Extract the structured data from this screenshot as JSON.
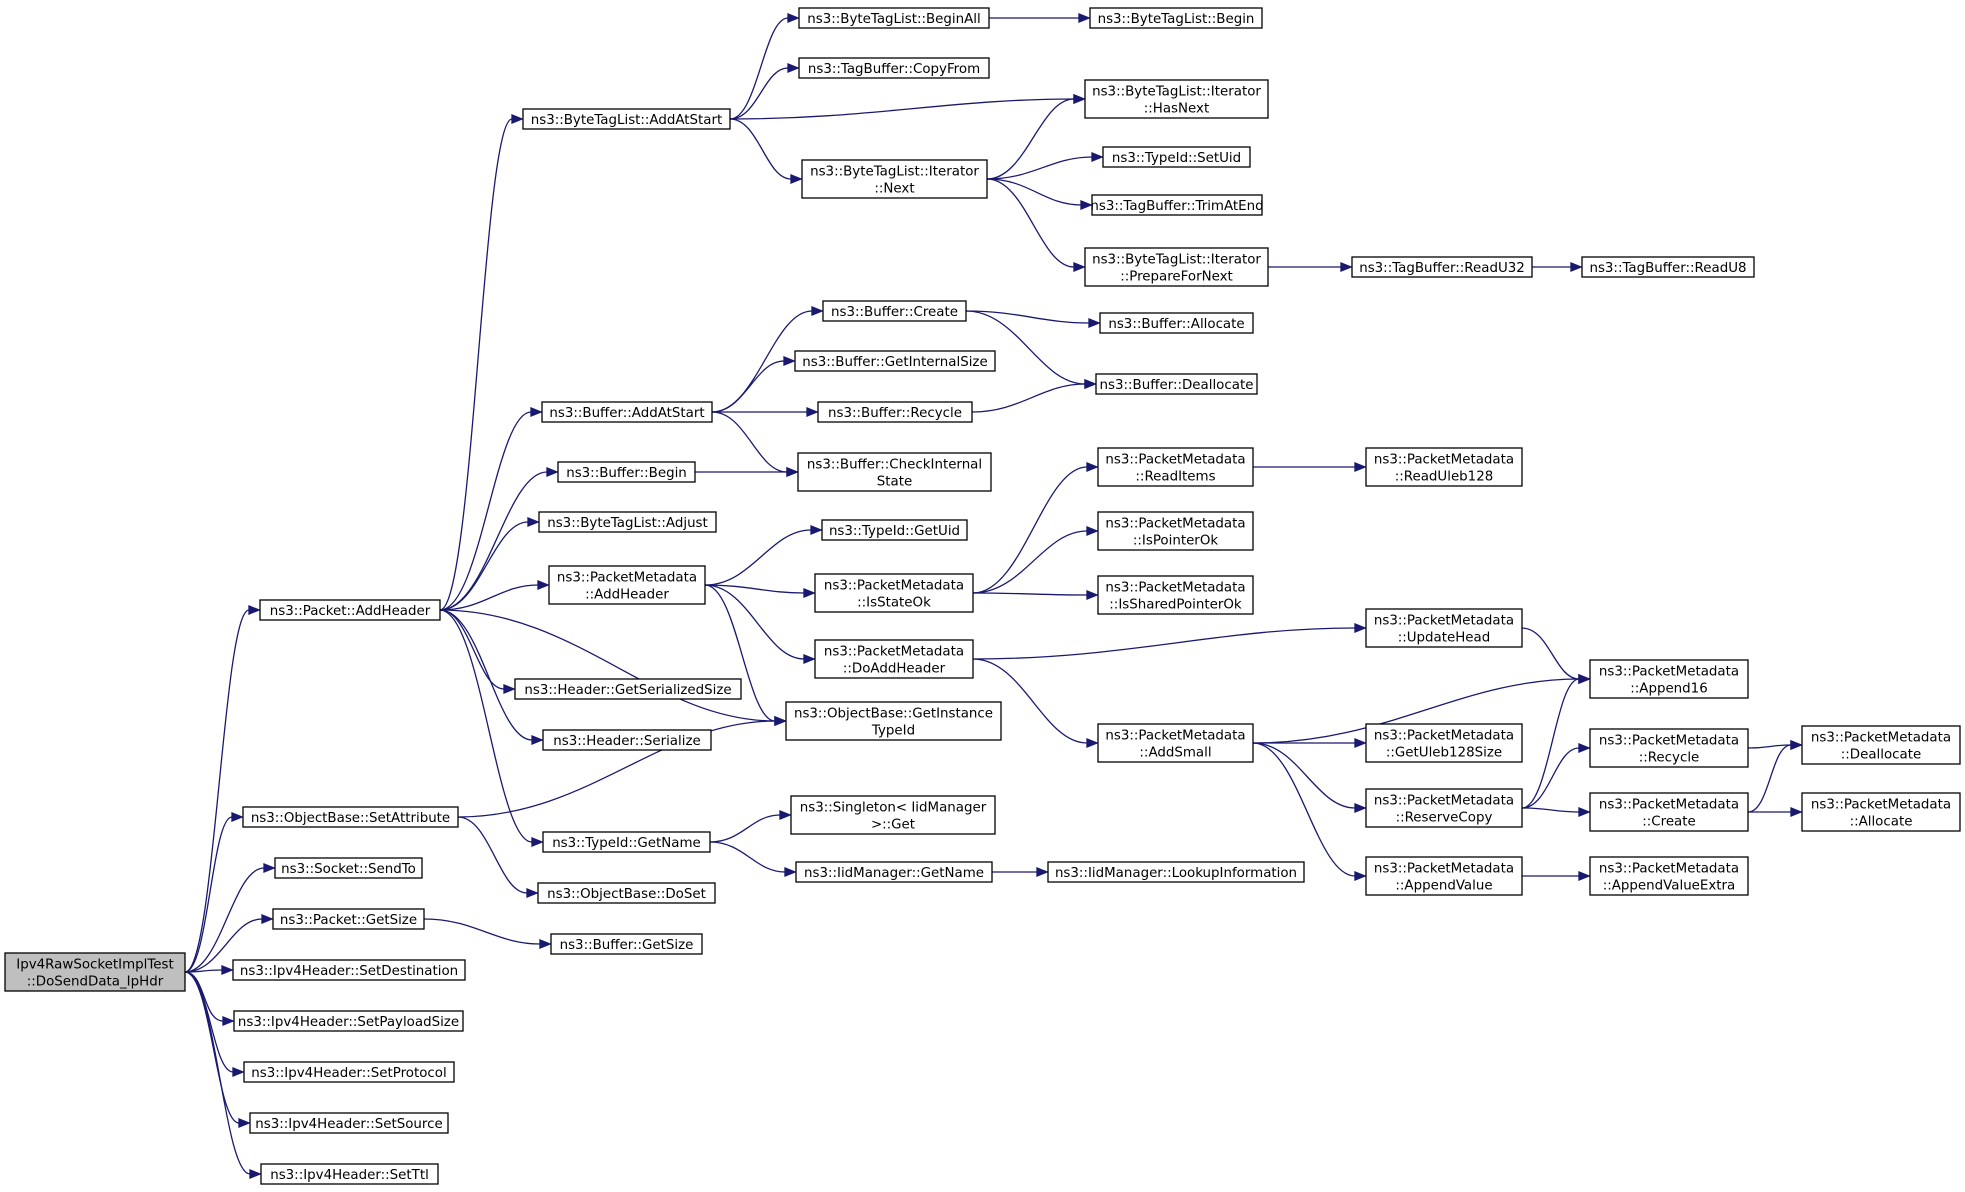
{
  "title": "",
  "colors": {
    "edge": "#191970",
    "node_border": "#000000",
    "root_fill": "#bfbfbf",
    "node_fill": "#ffffff"
  },
  "nodes": [
    {
      "id": "root",
      "label": "Ipv4RawSocketImplTest\n::DoSendData_IpHdr",
      "root": true
    },
    {
      "id": "pkt_addhdr",
      "label": "ns3::Packet::AddHeader"
    },
    {
      "id": "ob_setattr",
      "label": "ns3::ObjectBase::SetAttribute"
    },
    {
      "id": "sock_sendto",
      "label": "ns3::Socket::SendTo"
    },
    {
      "id": "pkt_getsize",
      "label": "ns3::Packet::GetSize"
    },
    {
      "id": "ip_setdst",
      "label": "ns3::Ipv4Header::SetDestination"
    },
    {
      "id": "ip_setpay",
      "label": "ns3::Ipv4Header::SetPayloadSize"
    },
    {
      "id": "ip_setproto",
      "label": "ns3::Ipv4Header::SetProtocol"
    },
    {
      "id": "ip_setsrc",
      "label": "ns3::Ipv4Header::SetSource"
    },
    {
      "id": "ip_setttl",
      "label": "ns3::Ipv4Header::SetTtl"
    },
    {
      "id": "btl_addatstart",
      "label": "ns3::ByteTagList::AddAtStart"
    },
    {
      "id": "buf_addatstart",
      "label": "ns3::Buffer::AddAtStart"
    },
    {
      "id": "buf_begin",
      "label": "ns3::Buffer::Begin"
    },
    {
      "id": "btl_adjust",
      "label": "ns3::ByteTagList::Adjust"
    },
    {
      "id": "pm_addheader",
      "label": "ns3::PacketMetadata\n::AddHeader"
    },
    {
      "id": "hdr_getser",
      "label": "ns3::Header::GetSerializedSize"
    },
    {
      "id": "hdr_ser",
      "label": "ns3::Header::Serialize"
    },
    {
      "id": "tid_getname",
      "label": "ns3::TypeId::GetName"
    },
    {
      "id": "ob_doset",
      "label": "ns3::ObjectBase::DoSet"
    },
    {
      "id": "buf_getsize",
      "label": "ns3::Buffer::GetSize"
    },
    {
      "id": "btl_beginall",
      "label": "ns3::ByteTagList::BeginAll"
    },
    {
      "id": "tb_copyfrom",
      "label": "ns3::TagBuffer::CopyFrom"
    },
    {
      "id": "btli_next",
      "label": "ns3::ByteTagList::Iterator\n::Next"
    },
    {
      "id": "buf_create",
      "label": "ns3::Buffer::Create"
    },
    {
      "id": "buf_getint",
      "label": "ns3::Buffer::GetInternalSize"
    },
    {
      "id": "buf_recycle",
      "label": "ns3::Buffer::Recycle"
    },
    {
      "id": "buf_checkint",
      "label": "ns3::Buffer::CheckInternal\nState"
    },
    {
      "id": "tid_getuid",
      "label": "ns3::TypeId::GetUid"
    },
    {
      "id": "pm_isstateok",
      "label": "ns3::PacketMetadata\n::IsStateOk"
    },
    {
      "id": "pm_doaddhdr",
      "label": "ns3::PacketMetadata\n::DoAddHeader"
    },
    {
      "id": "ob_getinst",
      "label": "ns3::ObjectBase::GetInstance\nTypeId"
    },
    {
      "id": "singleton_get",
      "label": "ns3::Singleton< IidManager\n>::Get"
    },
    {
      "id": "iid_getname",
      "label": "ns3::IidManager::GetName"
    },
    {
      "id": "btl_begin",
      "label": "ns3::ByteTagList::Begin"
    },
    {
      "id": "btli_hasnext",
      "label": "ns3::ByteTagList::Iterator\n::HasNext"
    },
    {
      "id": "tid_setuid",
      "label": "ns3::TypeId::SetUid"
    },
    {
      "id": "tb_trim",
      "label": "ns3::TagBuffer::TrimAtEnd"
    },
    {
      "id": "btli_prep",
      "label": "ns3::ByteTagList::Iterator\n::PrepareForNext"
    },
    {
      "id": "buf_alloc",
      "label": "ns3::Buffer::Allocate"
    },
    {
      "id": "buf_dealloc",
      "label": "ns3::Buffer::Deallocate"
    },
    {
      "id": "pm_readitems",
      "label": "ns3::PacketMetadata\n::ReadItems"
    },
    {
      "id": "pm_isptrok",
      "label": "ns3::PacketMetadata\n::IsPointerOk"
    },
    {
      "id": "pm_isshptrok",
      "label": "ns3::PacketMetadata\n::IsSharedPointerOk"
    },
    {
      "id": "pm_addsmall",
      "label": "ns3::PacketMetadata\n::AddSmall"
    },
    {
      "id": "iid_lookup",
      "label": "ns3::IidManager::LookupInformation"
    },
    {
      "id": "tb_readu32",
      "label": "ns3::TagBuffer::ReadU32"
    },
    {
      "id": "pm_readuleb",
      "label": "ns3::PacketMetadata\n::ReadUleb128"
    },
    {
      "id": "pm_updatehead",
      "label": "ns3::PacketMetadata\n::UpdateHead"
    },
    {
      "id": "pm_getuleb",
      "label": "ns3::PacketMetadata\n::GetUleb128Size"
    },
    {
      "id": "pm_reservecopy",
      "label": "ns3::PacketMetadata\n::ReserveCopy"
    },
    {
      "id": "pm_appendvalue",
      "label": "ns3::PacketMetadata\n::AppendValue"
    },
    {
      "id": "tb_readu8",
      "label": "ns3::TagBuffer::ReadU8"
    },
    {
      "id": "pm_append16",
      "label": "ns3::PacketMetadata\n::Append16"
    },
    {
      "id": "pm_recycle",
      "label": "ns3::PacketMetadata\n::Recycle"
    },
    {
      "id": "pm_create",
      "label": "ns3::PacketMetadata\n::Create"
    },
    {
      "id": "pm_appendvalex",
      "label": "ns3::PacketMetadata\n::AppendValueExtra"
    },
    {
      "id": "pm_dealloc",
      "label": "ns3::PacketMetadata\n::Deallocate"
    },
    {
      "id": "pm_alloc",
      "label": "ns3::PacketMetadata\n::Allocate"
    }
  ],
  "edges": [
    [
      "root",
      "pkt_addhdr"
    ],
    [
      "root",
      "ob_setattr"
    ],
    [
      "root",
      "sock_sendto"
    ],
    [
      "root",
      "pkt_getsize"
    ],
    [
      "root",
      "ip_setdst"
    ],
    [
      "root",
      "ip_setpay"
    ],
    [
      "root",
      "ip_setproto"
    ],
    [
      "root",
      "ip_setsrc"
    ],
    [
      "root",
      "ip_setttl"
    ],
    [
      "pkt_addhdr",
      "btl_addatstart"
    ],
    [
      "pkt_addhdr",
      "buf_addatstart"
    ],
    [
      "pkt_addhdr",
      "buf_begin"
    ],
    [
      "pkt_addhdr",
      "btl_adjust"
    ],
    [
      "pkt_addhdr",
      "pm_addheader"
    ],
    [
      "pkt_addhdr",
      "ob_getinst"
    ],
    [
      "pkt_addhdr",
      "hdr_getser"
    ],
    [
      "pkt_addhdr",
      "hdr_ser"
    ],
    [
      "pkt_addhdr",
      "tid_getname"
    ],
    [
      "ob_setattr",
      "ob_getinst"
    ],
    [
      "ob_setattr",
      "ob_doset"
    ],
    [
      "pkt_getsize",
      "buf_getsize"
    ],
    [
      "btl_addatstart",
      "btl_beginall"
    ],
    [
      "btl_addatstart",
      "tb_copyfrom"
    ],
    [
      "btl_addatstart",
      "btli_hasnext"
    ],
    [
      "btl_addatstart",
      "btli_next"
    ],
    [
      "btl_beginall",
      "btl_begin"
    ],
    [
      "btli_next",
      "btli_hasnext"
    ],
    [
      "btli_next",
      "tid_setuid"
    ],
    [
      "btli_next",
      "tb_trim"
    ],
    [
      "btli_next",
      "btli_prep"
    ],
    [
      "btli_prep",
      "tb_readu32"
    ],
    [
      "tb_readu32",
      "tb_readu8"
    ],
    [
      "buf_addatstart",
      "buf_create"
    ],
    [
      "buf_addatstart",
      "buf_getint"
    ],
    [
      "buf_addatstart",
      "buf_recycle"
    ],
    [
      "buf_addatstart",
      "buf_checkint"
    ],
    [
      "buf_create",
      "buf_alloc"
    ],
    [
      "buf_create",
      "buf_dealloc"
    ],
    [
      "buf_recycle",
      "buf_dealloc"
    ],
    [
      "buf_begin",
      "buf_checkint"
    ],
    [
      "pm_addheader",
      "tid_getuid"
    ],
    [
      "pm_addheader",
      "pm_isstateok"
    ],
    [
      "pm_addheader",
      "pm_doaddhdr"
    ],
    [
      "pm_addheader",
      "ob_getinst"
    ],
    [
      "pm_isstateok",
      "pm_readitems"
    ],
    [
      "pm_isstateok",
      "pm_isptrok"
    ],
    [
      "pm_isstateok",
      "pm_isshptrok"
    ],
    [
      "pm_readitems",
      "pm_readuleb"
    ],
    [
      "pm_doaddhdr",
      "pm_updatehead"
    ],
    [
      "pm_doaddhdr",
      "pm_addsmall"
    ],
    [
      "pm_updatehead",
      "pm_append16"
    ],
    [
      "pm_addsmall",
      "pm_append16"
    ],
    [
      "pm_addsmall",
      "pm_getuleb"
    ],
    [
      "pm_addsmall",
      "pm_reservecopy"
    ],
    [
      "pm_addsmall",
      "pm_appendvalue"
    ],
    [
      "pm_reservecopy",
      "pm_append16"
    ],
    [
      "pm_reservecopy",
      "pm_recycle"
    ],
    [
      "pm_reservecopy",
      "pm_create"
    ],
    [
      "pm_recycle",
      "pm_dealloc"
    ],
    [
      "pm_create",
      "pm_dealloc"
    ],
    [
      "pm_create",
      "pm_alloc"
    ],
    [
      "pm_appendvalue",
      "pm_appendvalex"
    ],
    [
      "tid_getname",
      "singleton_get"
    ],
    [
      "tid_getname",
      "iid_getname"
    ],
    [
      "iid_getname",
      "iid_lookup"
    ]
  ]
}
